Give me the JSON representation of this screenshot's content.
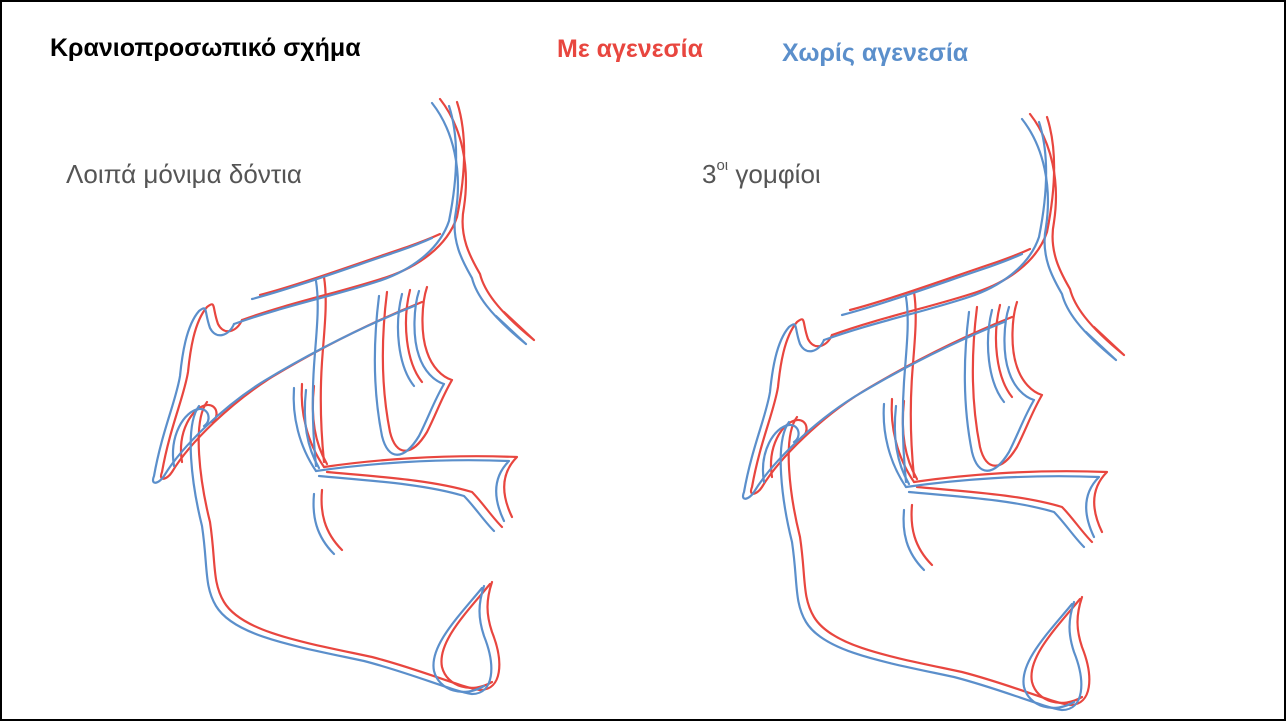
{
  "title": "Κρανιοπροσωπικό σχήμα",
  "legend": {
    "with": {
      "label": "Με αγενεσία",
      "color": "#e8463f"
    },
    "without": {
      "label": "Χωρίς αγενεσία",
      "color": "#5b8fcb"
    }
  },
  "panels": [
    {
      "label": "Λοιπά μόνιμα δόντια"
    },
    {
      "label_main": "3",
      "label_sup": "οι",
      "label_rest": " γομφίοι"
    }
  ]
}
